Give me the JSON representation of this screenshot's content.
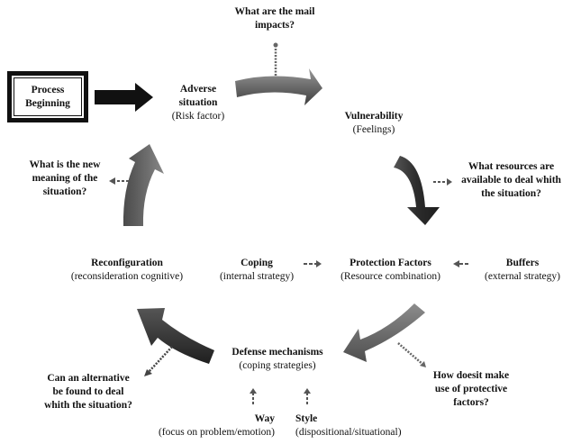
{
  "start": {
    "line1": "Process",
    "line2": "Beginning"
  },
  "nodes": {
    "adverse": {
      "title1": "Adverse",
      "title2": "situation",
      "sub": "(Risk factor)"
    },
    "vulnerability": {
      "title": "Vulnerability",
      "sub": "(Feelings)"
    },
    "protection": {
      "title": "Protection Factors",
      "sub": "(Resource combination)"
    },
    "coping": {
      "title": "Coping",
      "sub": "(internal strategy)"
    },
    "buffers": {
      "title": "Buffers",
      "sub": "(external strategy)"
    },
    "defense": {
      "title": "Defense mechanisms",
      "sub": "(coping strategies)"
    },
    "way": {
      "title": "Way",
      "sub": "(focus on problem/emotion)"
    },
    "style": {
      "title": "Style",
      "sub": "(dispositional/situational)"
    },
    "reconfiguration": {
      "title": "Reconfiguration",
      "sub": "(reconsideration cognitive)"
    }
  },
  "questions": {
    "impacts": [
      "What are the mail",
      "impacts?"
    ],
    "resources": [
      "What resources are",
      "available to deal whith",
      "the situation?"
    ],
    "protective": [
      "How doesit make",
      "use of protective",
      "factors?"
    ],
    "alternative": [
      "Can an alternative",
      "be found to deal",
      "whith the situation?"
    ],
    "meaning": [
      "What is the new",
      "meaning of the",
      "situation?"
    ]
  },
  "colors": {
    "arrow_dark": "#3a3a3a",
    "arrow_mid": "#5c5c5c",
    "arrow_light": "#8a8a8a",
    "start_arrow": "#111111",
    "text": "#111111"
  }
}
